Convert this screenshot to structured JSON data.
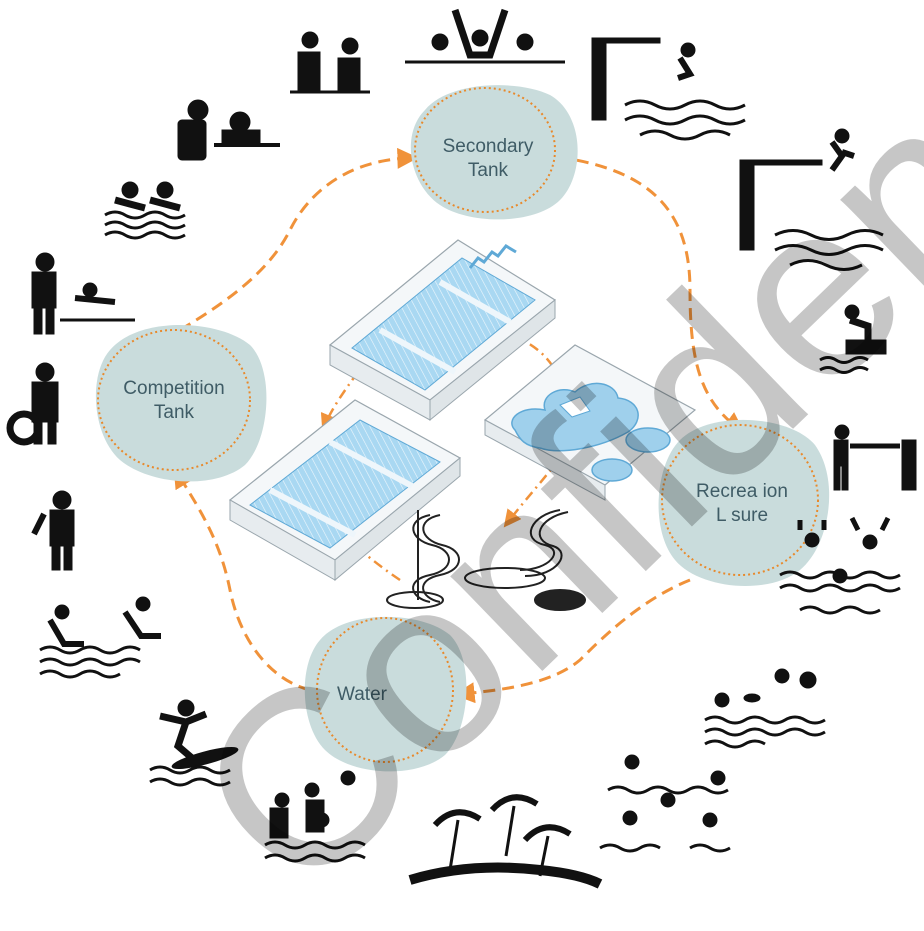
{
  "nodes": {
    "secondary": {
      "line1": "Secondary",
      "line2": "Tank"
    },
    "competition": {
      "line1": "Competition",
      "line2": "Tank"
    },
    "recreation": {
      "line1": "Recrea ion",
      "line2": "L    sure"
    },
    "water": {
      "line1": "Water"
    }
  },
  "watermark": "Confidential",
  "colors": {
    "blob": "#c9dcdc",
    "ring": "#e8892b",
    "arrow": "#f0923a",
    "pool": "#9fd0ec",
    "pool_dark": "#5fa9d6",
    "icon": "#111111"
  },
  "icons": [
    "water-polo-players-icon",
    "synchronized-swimmers-icon",
    "high-dive-icon",
    "lifeguard-watch-icon",
    "jumping-diver-icon",
    "treading-swimmers-icon",
    "swim-coach-icon",
    "starting-block-swimmer-icon",
    "lifeguard-ring-icon",
    "spring-board-diver-icon",
    "snorkel-swimmer-icon",
    "water-aerobics-icon",
    "pool-loungers-icon",
    "water-games-icon",
    "surfer-icon",
    "family-pool-play-icon",
    "water-volleyball-icon",
    "beach-umbrellas-icon"
  ]
}
